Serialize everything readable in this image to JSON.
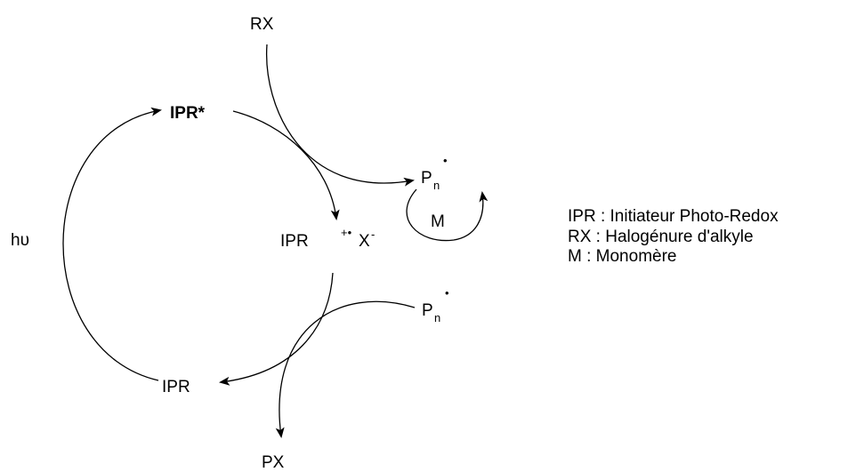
{
  "scheme": {
    "species": {
      "rx": "RX",
      "ipr_excited": "IPR*",
      "ipr_base": "IPR",
      "ipr_cation_base": "IPR",
      "radical_cation_mark": "+•",
      "counter_anion": "X",
      "counter_anion_charge": "-",
      "polymer_radical_base": "P",
      "polymer_radical_subscript": "n",
      "radical_dot": "•",
      "monomer": "M",
      "px": "PX",
      "light": "hυ"
    },
    "legend": {
      "items": [
        "IPR : Initiateur Photo-Redox",
        "RX : Halogénure d'alkyle",
        "M : Monomère"
      ]
    }
  }
}
